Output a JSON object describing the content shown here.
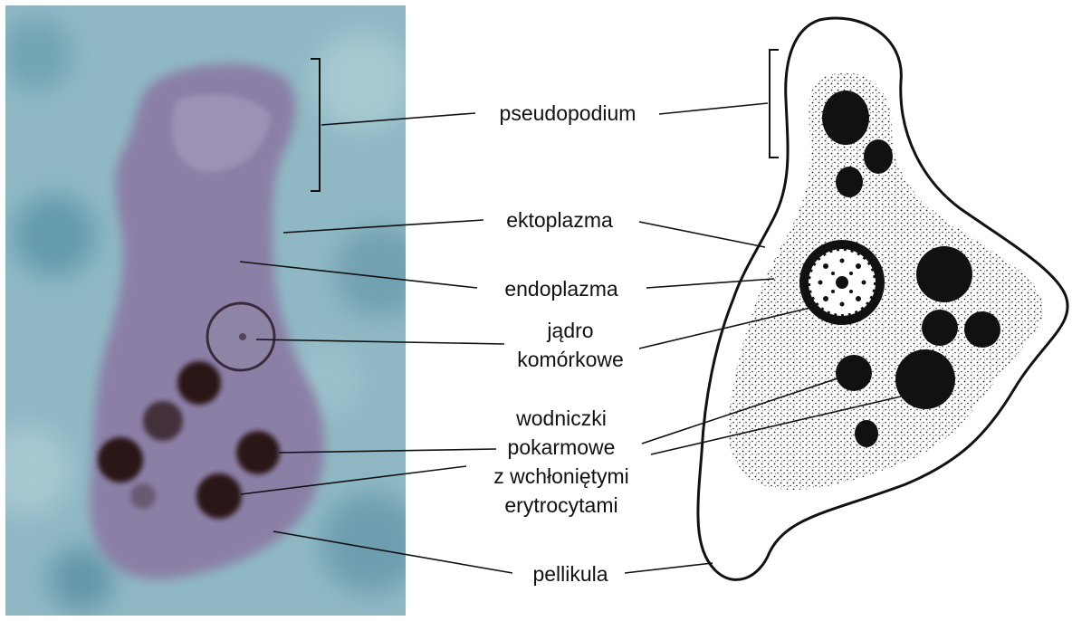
{
  "labels": {
    "pseudopodium": "pseudopodium",
    "ektoplazma": "ektoplazma",
    "endoplazma": "endoplazma",
    "jadro_line1": "jądro",
    "jadro_line2": "komórkowe",
    "wodniczki_line1": "wodniczki",
    "wodniczki_line2": "pokarmowe",
    "wodniczki_line3": "z wchłoniętymi",
    "wodniczki_line4": "erytrocytami",
    "pellikula": "pellikula"
  },
  "colors": {
    "photo_background": "#8fb8c4",
    "cell_body": "#8b7fa6",
    "food_vacuole": "#2a1518",
    "drawing_fill": "#e4e4e4",
    "ink": "#111111"
  }
}
